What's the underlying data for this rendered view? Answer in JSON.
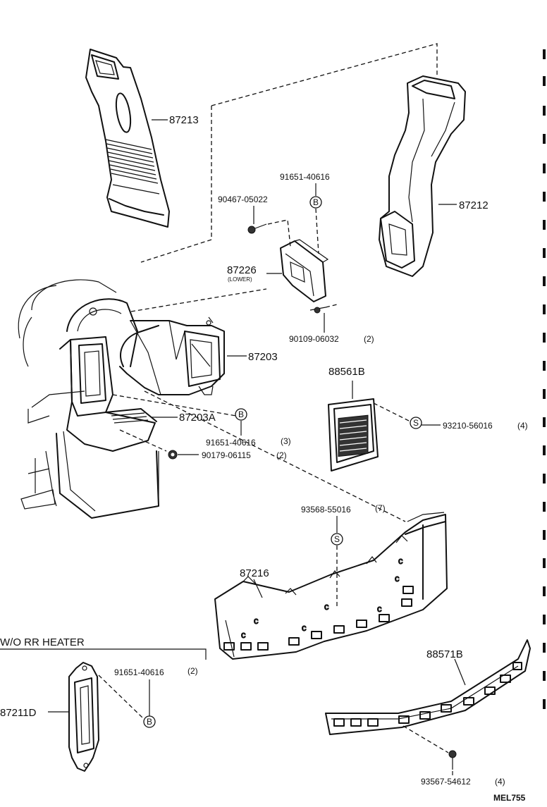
{
  "labels": {
    "p87213": "87213",
    "p87212": "87212",
    "p91651_40616_top": "91651-40616",
    "p90467_05022": "90467-05022",
    "p87226": "87226",
    "p87226_note": "(LOWER)",
    "p90109_06032": "90109-06032",
    "p90109_06032_qty": "(2)",
    "p87203": "87203",
    "p88561B": "88561B",
    "p93210_56016": "93210-56016",
    "p93210_56016_qty": "(4)",
    "p87203A": "87203A",
    "p91651_40616_mid": "91651-40616",
    "p91651_40616_mid_qty": "(3)",
    "p90179_06115": "90179-06115",
    "p90179_06115_qty": "(2)",
    "p93568_55016": "93568-55016",
    "p93568_55016_qty": "(7)",
    "p87216": "87216",
    "section_wo_rr": "W/O RR HEATER",
    "p91651_40616_low": "91651-40616",
    "p91651_40616_low_qty": "(2)",
    "p88571B": "88571B",
    "p87211D": "87211D",
    "p93567_54612": "93567-54612",
    "p93567_54612_qty": "(4)",
    "figure_code": "MEL755"
  },
  "symbols": {
    "bolt_marker": "B",
    "screw_marker": "S"
  }
}
